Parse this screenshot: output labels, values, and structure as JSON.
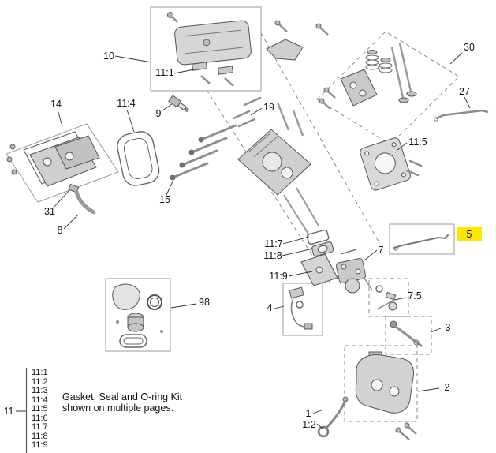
{
  "diagram": {
    "title": "engine-parts-exploded-diagram",
    "highlight": {
      "bg_color": "#ffe600",
      "text_color": "#e8820c"
    },
    "callouts": [
      {
        "ref": "10"
      },
      {
        "ref": "11:1"
      },
      {
        "ref": "9"
      },
      {
        "ref": "14"
      },
      {
        "ref": "11:4"
      },
      {
        "ref": "19"
      },
      {
        "ref": "30"
      },
      {
        "ref": "27"
      },
      {
        "ref": "11:5"
      },
      {
        "ref": "31"
      },
      {
        "ref": "8"
      },
      {
        "ref": "15"
      },
      {
        "ref": "11:7"
      },
      {
        "ref": "11:8"
      },
      {
        "ref": "11:9"
      },
      {
        "ref": "7"
      },
      {
        "ref": "5"
      },
      {
        "ref": "7:5"
      },
      {
        "ref": "4"
      },
      {
        "ref": "98"
      },
      {
        "ref": "3"
      },
      {
        "ref": "2"
      },
      {
        "ref": "1"
      },
      {
        "ref": "1:2"
      }
    ],
    "legend": {
      "group_ref": "11",
      "items": [
        "11:1",
        "11:2",
        "11:3",
        "11:4",
        "11:5",
        "11:6",
        "11:7",
        "11:8",
        "11:9"
      ],
      "note_line1": "Gasket, Seal and O-ring Kit",
      "note_line2": "shown on multiple pages."
    }
  }
}
